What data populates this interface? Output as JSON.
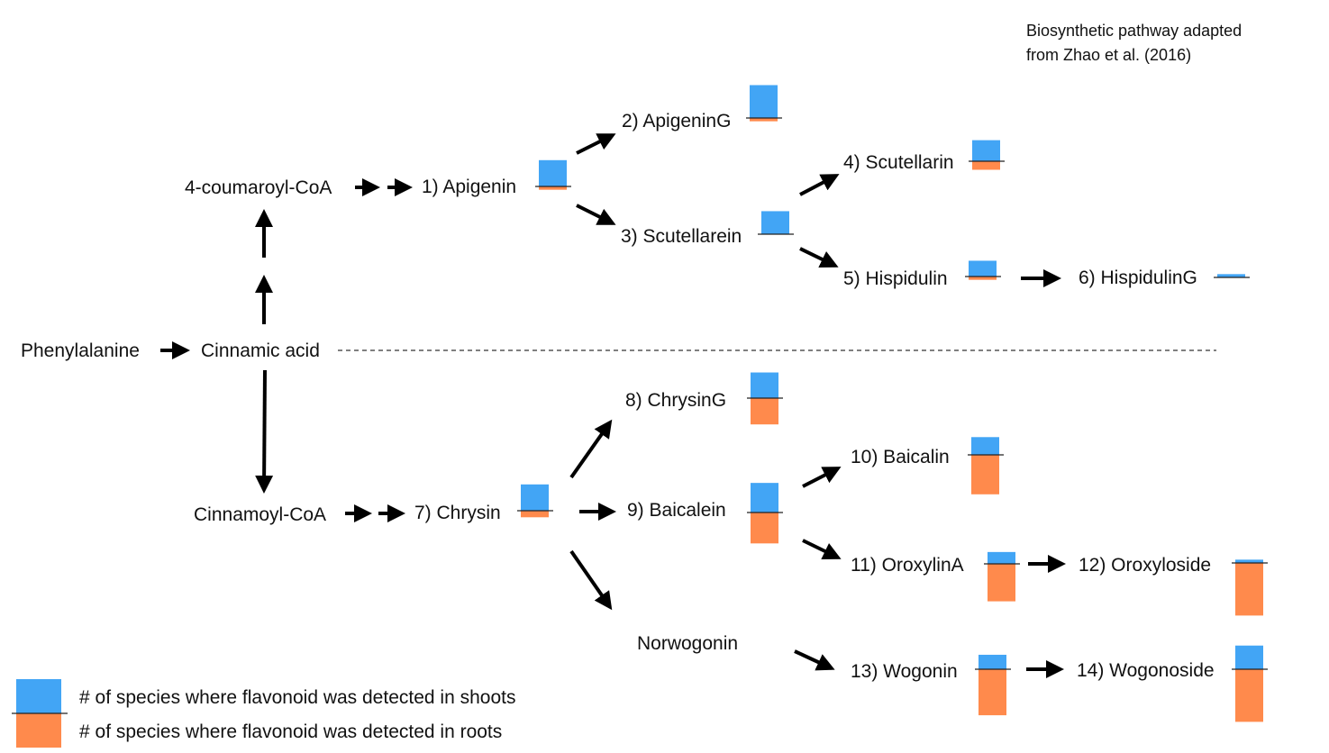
{
  "citation": {
    "line1": "Biosynthetic pathway adapted",
    "line2": "from Zhao et al. (2016)"
  },
  "colors": {
    "shoots": "#42A5F5",
    "roots": "#FF8A4C",
    "arrow": "#000000",
    "divider": "#333333"
  },
  "precursors": {
    "phenylalanine": "Phenylalanine",
    "cinnamic_acid": "Cinnamic acid",
    "coumaroyl_coa": "4-coumaroyl-CoA",
    "cinnamoyl_coa": "Cinnamoyl-CoA",
    "norwogonin": "Norwogonin"
  },
  "compounds": [
    {
      "id": "1",
      "label": "1) Apigenin",
      "shoots": 4,
      "roots": 0.5
    },
    {
      "id": "2",
      "label": "2) ApigeninG",
      "shoots": 5,
      "roots": 0.5
    },
    {
      "id": "3",
      "label": "3) Scutellarein",
      "shoots": 3.5,
      "roots": 0
    },
    {
      "id": "4",
      "label": "4) Scutellarin",
      "shoots": 3.2,
      "roots": 1.3
    },
    {
      "id": "5",
      "label": "5) Hispidulin",
      "shoots": 2.4,
      "roots": 0.5
    },
    {
      "id": "6",
      "label": "6) HispidulinG",
      "shoots": 0.5,
      "roots": 0
    },
    {
      "id": "7",
      "label": "7) Chrysin",
      "shoots": 4,
      "roots": 1
    },
    {
      "id": "8",
      "label": "8) ChrysinG",
      "shoots": 3.9,
      "roots": 4
    },
    {
      "id": "9",
      "label": "9) Baicalein",
      "shoots": 4.5,
      "roots": 4.7
    },
    {
      "id": "10",
      "label": "10) Baicalin",
      "shoots": 2.7,
      "roots": 6
    },
    {
      "id": "11",
      "label": "11) OroxylinA",
      "shoots": 1.8,
      "roots": 5.7
    },
    {
      "id": "12",
      "label": "12) Oroxyloside",
      "shoots": 0.5,
      "roots": 8
    },
    {
      "id": "13",
      "label": "13) Wogonin",
      "shoots": 2.2,
      "roots": 7
    },
    {
      "id": "14",
      "label": "14) Wogonoside",
      "shoots": 3.6,
      "roots": 8
    }
  ],
  "legend": {
    "shoots": "# of species where flavonoid was detected in shoots",
    "roots": "# of species where flavonoid was detected in roots"
  }
}
